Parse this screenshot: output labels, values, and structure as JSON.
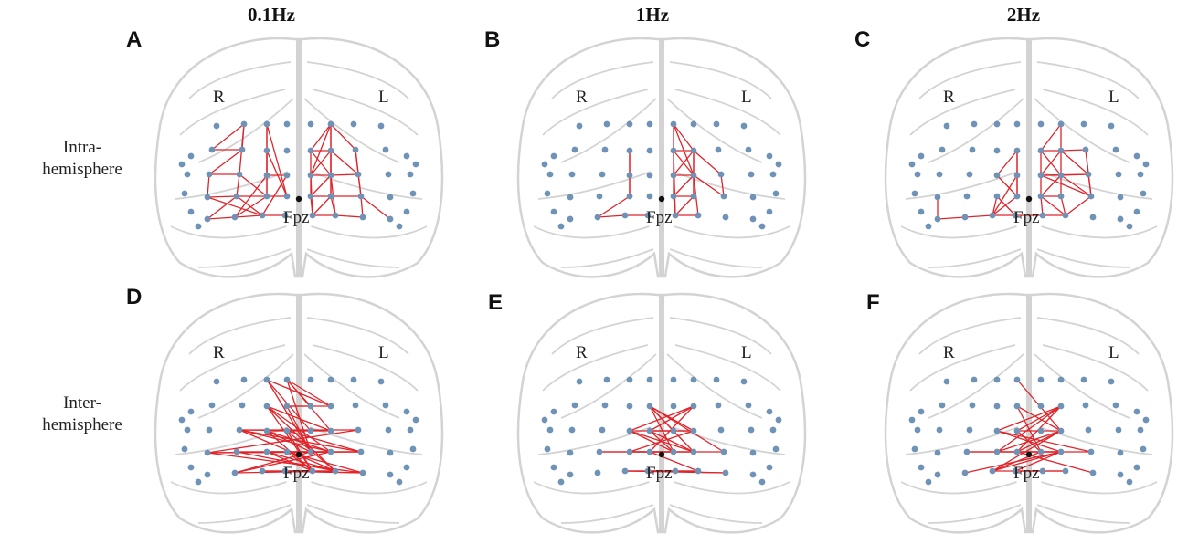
{
  "columns": [
    {
      "title": "0.1Hz"
    },
    {
      "title": "1Hz"
    },
    {
      "title": "2Hz"
    }
  ],
  "rows": [
    {
      "label_line1": "Intra-",
      "label_line2": "hemisphere"
    },
    {
      "label_line1": "Inter-",
      "label_line2": "hemisphere"
    }
  ],
  "panels": [
    {
      "letter": "A"
    },
    {
      "letter": "B"
    },
    {
      "letter": "C"
    },
    {
      "letter": "D"
    },
    {
      "letter": "E"
    },
    {
      "letter": "F"
    }
  ],
  "hemisphere_labels": {
    "right": "R",
    "left": "L"
  },
  "reference_label": "Fpz",
  "colors": {
    "channel": "#6f93b6",
    "connection": "#e0242a",
    "brain_outline": "#d3d3d3",
    "reference": "#111111"
  }
}
